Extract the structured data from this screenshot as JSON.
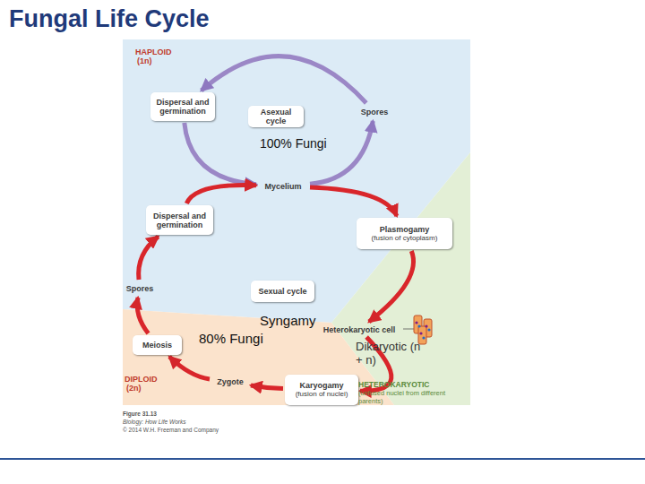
{
  "diagram": {
    "title": "Fungal Life Cycle",
    "nodes": [
      {
        "text": [
          "Dispersal and germination"
        ]
      },
      {
        "text": [
          "Asexual cycle"
        ]
      },
      {
        "text": [
          "Spores"
        ]
      },
      {
        "text": [
          "Mycelium"
        ]
      },
      {
        "text": [
          "Dispersal and germination"
        ]
      },
      {
        "text": [
          "Plasmogamy",
          "(fusion of cytoplasm)"
        ]
      },
      {
        "text": [
          "Spores"
        ]
      },
      {
        "text": [
          "Sexual cycle"
        ]
      },
      {
        "text": [
          "Meiosis"
        ]
      },
      {
        "text": [
          "Heterokaryotic cell"
        ]
      },
      {
        "text": [
          "Zygote"
        ]
      },
      {
        "text": [
          "Karyogamy",
          "(fusion of nuclei)"
        ]
      }
    ],
    "edges": [
      {
        "from": 2,
        "to": 0,
        "arrow": "to"
      },
      {
        "from": 0,
        "to": 3,
        "arrow": "to"
      },
      {
        "from": 3,
        "to": 2,
        "arrow": "to"
      },
      {
        "from": 3,
        "to": 5,
        "arrow": "to"
      },
      {
        "from": 5,
        "to": 9,
        "arrow": "to"
      },
      {
        "from": 9,
        "to": 11,
        "arrow": "to"
      },
      {
        "from": 11,
        "to": 10,
        "arrow": "to"
      },
      {
        "from": 10,
        "to": 8,
        "arrow": "to"
      },
      {
        "from": 8,
        "to": 6,
        "arrow": "to"
      },
      {
        "from": 6,
        "to": 4,
        "arrow": "to"
      },
      {
        "from": 4,
        "to": 3,
        "arrow": "to"
      }
    ],
    "labels": [
      "HAPLOID",
      "(1n)",
      "100% Fungi",
      "Syngamy",
      "80% Fungi",
      "Dikaryotic (n + n)",
      "DIPLOID",
      "(2n)",
      "HETEROKARYOTIC",
      "(unfused nuclei from different parents)",
      "Figure 31.13",
      "Biology: How Life Works",
      "© 2014 W.H. Freeman and Company"
    ]
  }
}
